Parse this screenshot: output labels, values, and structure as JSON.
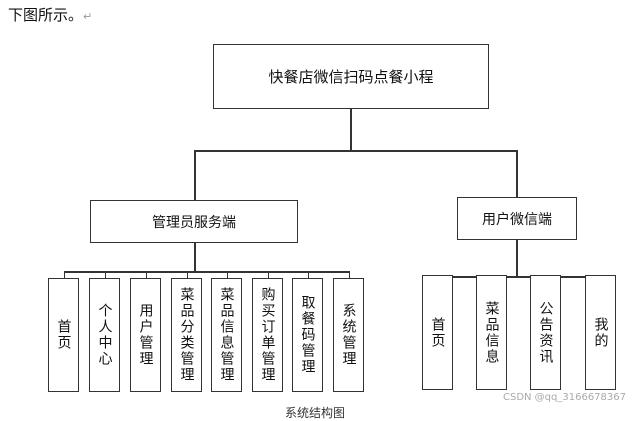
{
  "intro_text": "下图所示。",
  "paragraph_mark": "↵",
  "root": "快餐店微信扫码点餐小程",
  "branches": [
    {
      "label": "管理员服务端",
      "children": [
        "首页",
        "个人中心",
        "用户管理",
        "菜品分类管理",
        "菜品信息管理",
        "购买订单管理",
        "取餐码管理",
        "系统管理"
      ]
    },
    {
      "label": "用户微信端",
      "children": [
        "首页",
        "菜品信息",
        "公告资讯",
        "我的"
      ]
    }
  ],
  "caption": "系统结构图",
  "watermark": "CSDN @qq_31666783​67"
}
